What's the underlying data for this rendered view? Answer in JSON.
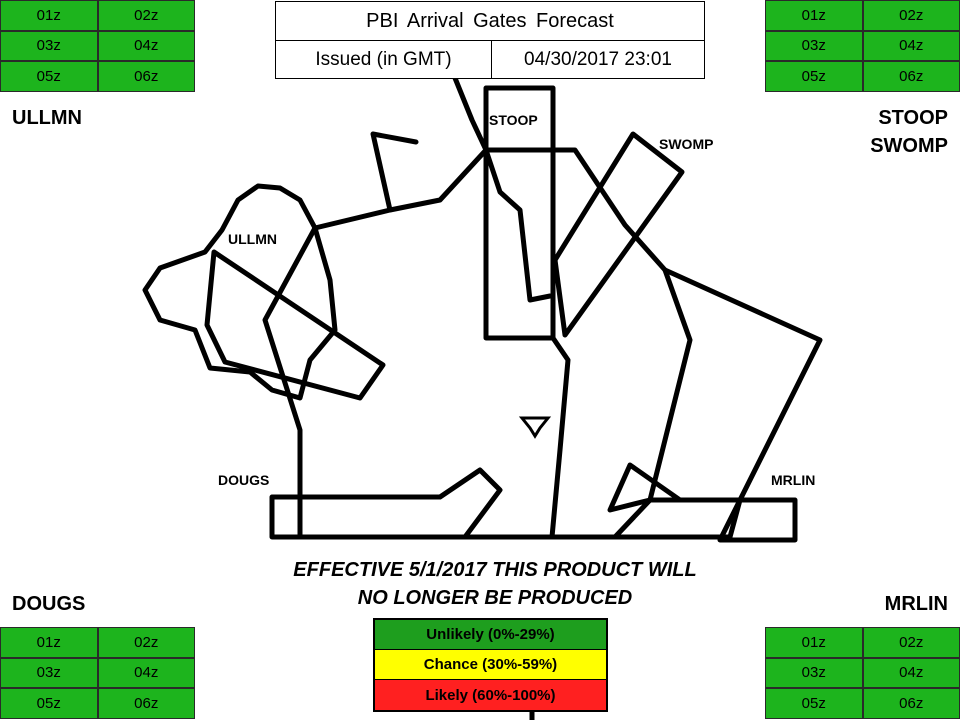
{
  "header": {
    "title": "PBI  Arrival Gates Forecast",
    "issued_label": "Issued  (in GMT)",
    "issued_value": "04/30/2017 23:01"
  },
  "colors": {
    "green": "#1db41d",
    "yellow": "#ffff00",
    "red": "#ff2020",
    "legend_green": "#1e9e1e"
  },
  "gates": {
    "ullmn": {
      "label": "ULLMN",
      "hours": [
        {
          "label": "01z",
          "status": "unlikely"
        },
        {
          "label": "02z",
          "status": "unlikely"
        },
        {
          "label": "03z",
          "status": "unlikely"
        },
        {
          "label": "04z",
          "status": "unlikely"
        },
        {
          "label": "05z",
          "status": "unlikely"
        },
        {
          "label": "06z",
          "status": "unlikely"
        }
      ]
    },
    "stoop_swomp": {
      "label_line1": "STOOP",
      "label_line2": "SWOMP",
      "hours": [
        {
          "label": "01z",
          "status": "unlikely"
        },
        {
          "label": "02z",
          "status": "unlikely"
        },
        {
          "label": "03z",
          "status": "unlikely"
        },
        {
          "label": "04z",
          "status": "unlikely"
        },
        {
          "label": "05z",
          "status": "unlikely"
        },
        {
          "label": "06z",
          "status": "unlikely"
        }
      ]
    },
    "dougs": {
      "label": "DOUGS",
      "hours": [
        {
          "label": "01z",
          "status": "unlikely"
        },
        {
          "label": "02z",
          "status": "unlikely"
        },
        {
          "label": "03z",
          "status": "unlikely"
        },
        {
          "label": "04z",
          "status": "unlikely"
        },
        {
          "label": "05z",
          "status": "unlikely"
        },
        {
          "label": "06z",
          "status": "unlikely"
        }
      ]
    },
    "mrlin": {
      "label": "MRLIN",
      "hours": [
        {
          "label": "01z",
          "status": "unlikely"
        },
        {
          "label": "02z",
          "status": "unlikely"
        },
        {
          "label": "03z",
          "status": "unlikely"
        },
        {
          "label": "04z",
          "status": "unlikely"
        },
        {
          "label": "05z",
          "status": "unlikely"
        },
        {
          "label": "06z",
          "status": "unlikely"
        }
      ]
    }
  },
  "map_labels": {
    "stoop": "STOOP",
    "swomp": "SWOMP",
    "ullmn": "ULLMN",
    "dougs": "DOUGS",
    "mrlin": "MRLIN"
  },
  "notice": {
    "line1": "EFFECTIVE 5/1/2017 THIS PRODUCT WILL",
    "line2": "NO LONGER BE PRODUCED"
  },
  "legend": [
    {
      "label": "Unlikely (0%-29%)",
      "status": "unlikely"
    },
    {
      "label": "Chance (30%-59%)",
      "status": "chance"
    },
    {
      "label": "Likely (60%-100%)",
      "status": "likely"
    }
  ]
}
